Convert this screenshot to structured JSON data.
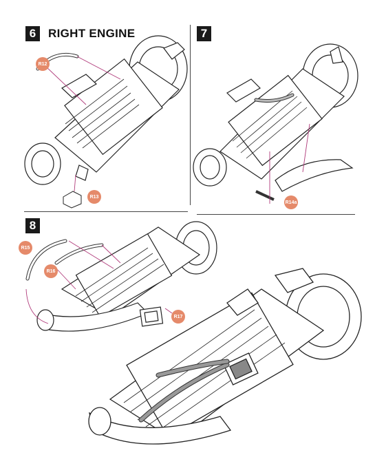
{
  "steps": [
    {
      "number": "6",
      "title": "RIGHT ENGINE"
    },
    {
      "number": "7",
      "title": ""
    },
    {
      "number": "8",
      "title": ""
    }
  ],
  "callouts": {
    "r12": "R12",
    "r13": "R13",
    "r14": "R14a",
    "r15": "R15",
    "r16": "R16",
    "r17": "R17"
  },
  "colors": {
    "callout": "#e58a6a",
    "leader_line": "#b03a7a",
    "badge": "#1a1a1a"
  }
}
